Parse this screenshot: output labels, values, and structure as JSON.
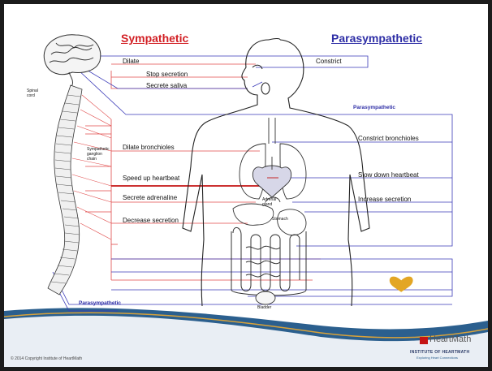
{
  "headings": {
    "sympathetic": "Sympathetic",
    "parasympathetic": "Parasympathetic"
  },
  "sympathetic_labels": {
    "dilate": "Dilate",
    "stop_secretion": "Stop secretion",
    "secrete_saliva": "Secrete saliva",
    "dilate_bronchioles": "Dilate bronchioles",
    "speed_up_heartbeat": "Speed up heartbeat",
    "secrete_adrenaline": "Secrete adrenaline",
    "decrease_secretion": "Decrease secretion"
  },
  "parasympathetic_labels": {
    "constrict": "Constrict",
    "top_tag": "Parasympathetic",
    "constrict_bronchioles": "Constrict bronchioles",
    "slow_down_heartbeat": "Slow down heartbeat",
    "increase_secretion": "Increase secretion",
    "bottom_tag": "Parasympathetic"
  },
  "anatomy_labels": {
    "spinal_cord": "Spinal cord",
    "sympathetic_ganglion_chain": "Sympathetic ganglion chain",
    "adrenal_gland": "Adrenal gland",
    "stomach": "Stomach",
    "bladder": "Bladder"
  },
  "footer": {
    "brand": "HeartMath",
    "institute": "INSTITUTE OF HEARTMATH",
    "institute_tagline": "Exploring Heart Connections",
    "copyright": "© 2014 Copyright Institute of HeartMath"
  },
  "colors": {
    "sympathetic": "#d21f24",
    "parasympathetic": "#2e2ea6",
    "background": "#1c1c1c"
  }
}
